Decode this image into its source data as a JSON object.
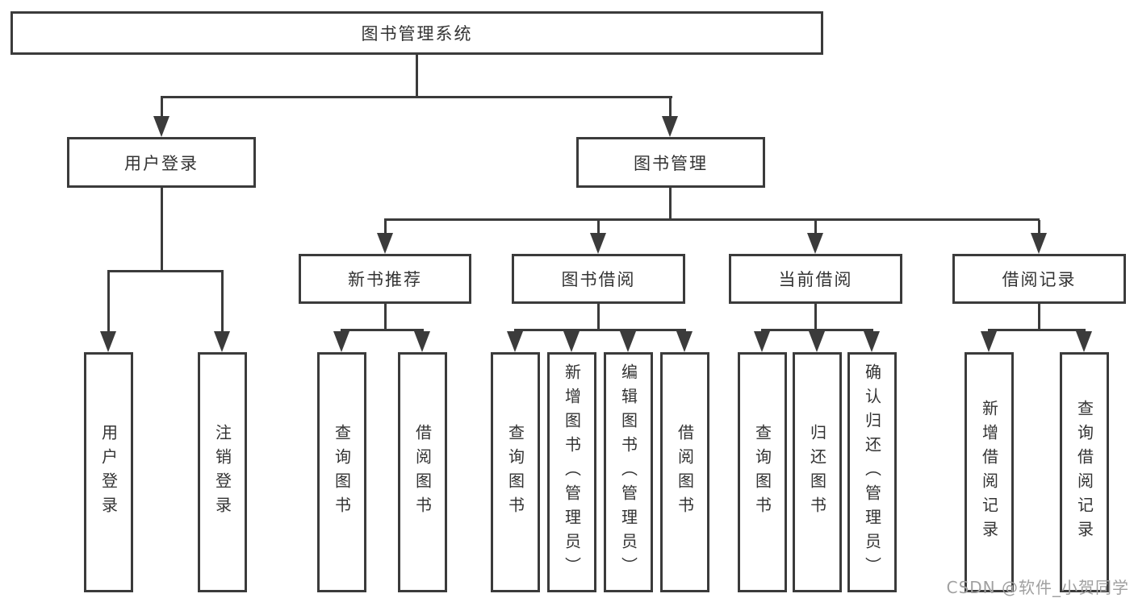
{
  "root": {
    "label": "图书管理系统"
  },
  "branches": [
    {
      "label": "用户登录",
      "children": [
        "用户登录",
        "注销登录"
      ]
    },
    {
      "label": "图书管理",
      "children": [
        {
          "label": "新书推荐",
          "children": [
            "查询图书",
            "借阅图书"
          ]
        },
        {
          "label": "图书借阅",
          "children": [
            "查询图书",
            "新增图书（管理员）",
            "编辑图书（管理员）",
            "借阅图书"
          ]
        },
        {
          "label": "当前借阅",
          "children": [
            "查询图书",
            "归还图书",
            "确认归还（管理员）"
          ]
        },
        {
          "label": "借阅记录",
          "children": [
            "新增借阅记录",
            "查询借阅记录"
          ]
        }
      ]
    }
  ],
  "watermark": {
    "text": "CSDN @软件_小贺同学"
  },
  "colors": {
    "line": "#3b3b3b",
    "text": "#333333",
    "background": "#ffffff",
    "watermark": "#a0a0a0"
  }
}
